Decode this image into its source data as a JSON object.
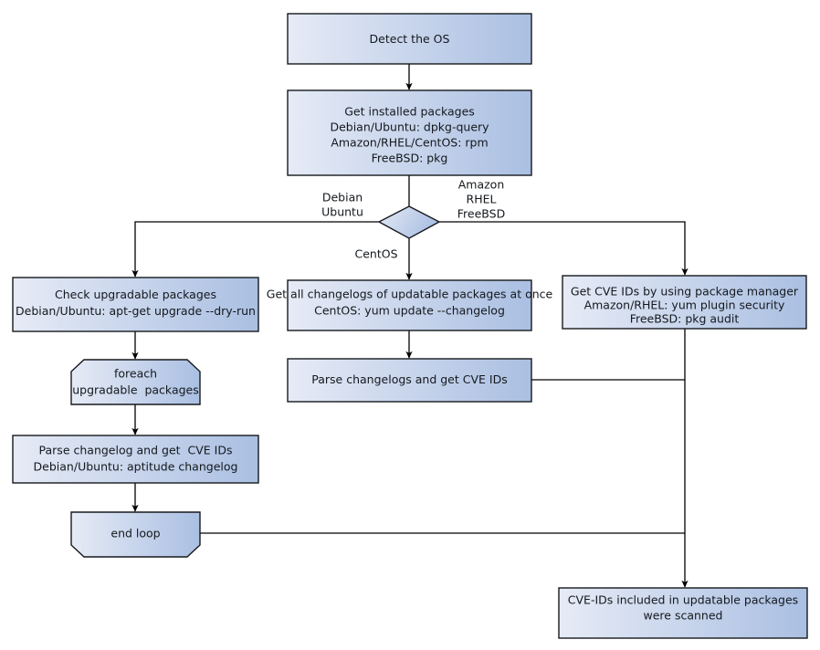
{
  "diagram": {
    "title": "OS package CVE scanning flow",
    "palette": {
      "fill_light": "#e4eaf5",
      "fill_dark": "#aabfe2",
      "stroke": "#16191d",
      "text": "#14181d",
      "background": "#ffffff"
    },
    "nodes": [
      {
        "id": "detect-os",
        "shape": "process",
        "lines": [
          "Detect the OS"
        ]
      },
      {
        "id": "get-installed-packages",
        "shape": "process",
        "lines": [
          "Get installed packages",
          "Debian/Ubuntu: dpkg-query",
          "Amazon/RHEL/CentOS: rpm",
          "FreeBSD: pkg"
        ]
      },
      {
        "id": "os-decision",
        "shape": "decision",
        "lines": [
          ""
        ]
      },
      {
        "id": "check-upgradable-packages",
        "shape": "process",
        "lines": [
          "Check upgradable packages",
          "Debian/Ubuntu: apt-get upgrade --dry-run"
        ]
      },
      {
        "id": "get-all-changelogs",
        "shape": "process",
        "lines": [
          "Get all changelogs of updatable packages at once",
          "CentOS: yum update --changelog"
        ]
      },
      {
        "id": "get-cve-ids-package-manager",
        "shape": "process",
        "lines": [
          "Get CVE IDs by using package manager",
          "Amazon/RHEL: yum plugin security",
          "FreeBSD: pkg audit"
        ]
      },
      {
        "id": "foreach-loop-start",
        "shape": "loop-start",
        "lines": [
          "foreach",
          "upgradable  packages"
        ]
      },
      {
        "id": "parse-changelogs-center",
        "shape": "process",
        "lines": [
          "Parse changelogs and get CVE IDs"
        ]
      },
      {
        "id": "parse-changelog-left",
        "shape": "process",
        "lines": [
          "Parse changelog and get  CVE IDs",
          "Debian/Ubuntu: aptitude changelog"
        ]
      },
      {
        "id": "end-loop",
        "shape": "loop-end",
        "lines": [
          "end loop"
        ]
      },
      {
        "id": "scan-complete",
        "shape": "process",
        "lines": [
          "CVE-IDs included in updatable packages",
          "were scanned"
        ]
      }
    ],
    "edge_labels": {
      "debian_ubuntu": [
        "Debian",
        "Ubuntu"
      ],
      "amazon_rhel_freebsd": [
        "Amazon",
        "RHEL",
        "FreeBSD"
      ],
      "centos": [
        "CentOS"
      ]
    }
  }
}
